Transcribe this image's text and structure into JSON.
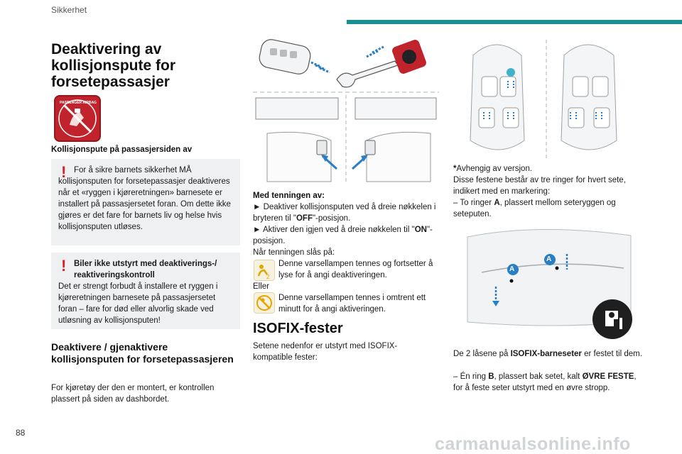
{
  "header": {
    "section": "Sikkerhet"
  },
  "page_number": "88",
  "watermark": "carmanualsonline.info",
  "col1": {
    "title": "Deaktivering av kollisjonspute for forsetepassasjer",
    "airbag_icon_text": "PASSENGER AIRBAG",
    "label_passenger_side": "Kollisjonspute på passasjersiden av",
    "warning1": "For å sikre barnets sikkerhet MÅ kollisjonsputen for forsetepassasjer deaktiveres når et «ryggen i kjøreretningen» barnesete er installert på passasjersetet foran. Om dette ikke gjøres er det fare for barnets liv og helse hvis kollisjonsputen utløses.",
    "warning2_title": "Biler ikke utstyrt med deaktiverings-/ reaktiveringskontroll",
    "warning2_body": "Det er strengt forbudt å installere et ryggen i kjøreretningen barnesete på passasjersetet foran – fare for død eller alvorlig skade ved utløsning av kollisjonsputen!",
    "subtitle": "Deaktivere / gjenaktivere kollisjonsputen for forsetepassasjeren",
    "subtitle_body": "For kjøretøy der den er montert, er kontrollen plassert på siden av dashbordet."
  },
  "col2": {
    "ignition_off_label": "Med tenningen av:",
    "step1_pre": "► Deaktiver kollisjonsputen ved å dreie nøkkelen i bryteren til \"",
    "step1_bold": "OFF",
    "step1_post": "\"-posisjon.",
    "step2_pre": "► Aktiver den igjen ved å dreie nøkkelen til \"",
    "step2_bold": "ON",
    "step2_post": "\"-posisjon.",
    "when_on": "Når tenningen slås på:",
    "lamp1_text": "Denne varsellampen tennes og fortsetter å lyse for å angi deaktiveringen.",
    "or": "Eller",
    "lamp2_text": "Denne varsellampen tennes i omtrent ett minutt for å angi aktiveringen.",
    "iso_title": "ISOFIX-fester",
    "iso_body": "Setene nedenfor er utstyrt med ISOFIX-kompatible fester:"
  },
  "col3": {
    "footnote_star": "*",
    "footnote": "Avhengig av versjon.",
    "rings_intro": "Disse festene består av tre ringer for hvert sete, indikert med en markering:",
    "ring_a_pre": "– To ringer ",
    "ring_a_bold": "A",
    "ring_a_post": ", plassert mellom seteryggen og seteputen.",
    "label_a": "A",
    "locks_pre": "De 2 låsene på ",
    "locks_bold": "ISOFIX-barneseter",
    "locks_post": " er festet til dem.",
    "ring_b_pre": "– Én ring ",
    "ring_b_bold": "B",
    "ring_b_mid": ", plassert bak setet, kalt ",
    "ring_b_bold2": "ØVRE FESTE",
    "ring_b_post": ", for å feste seter utstyrt med en øvre stropp."
  },
  "colors": {
    "accent": "#1a8f93",
    "warning_red": "#d5232b",
    "arrow_blue": "#2a7fc4",
    "box_gray": "#eef0f1"
  }
}
